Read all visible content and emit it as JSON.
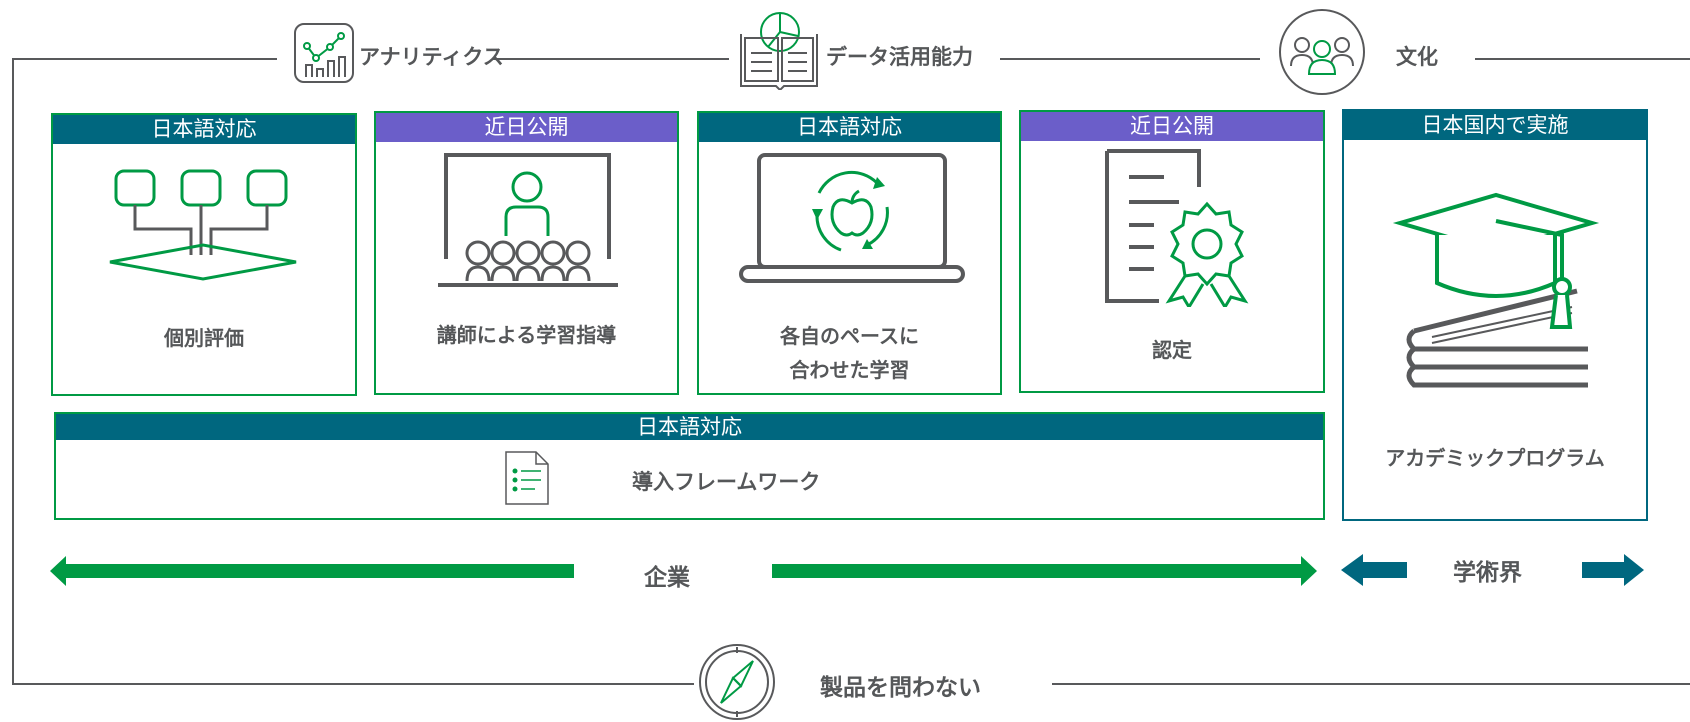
{
  "header": {
    "analytics": "アナリティクス",
    "data_literacy": "データ活用能力",
    "culture": "文化"
  },
  "cards": [
    {
      "badge": "日本語対応",
      "title": [
        "個別評価"
      ]
    },
    {
      "badge": "近日公開",
      "title": [
        "講師による学習指導"
      ]
    },
    {
      "badge": "日本語対応",
      "title": [
        "各自のペースに",
        "合わせた学習"
      ]
    },
    {
      "badge": "近日公開",
      "title": [
        "認定"
      ]
    },
    {
      "badge": "日本国内で実施",
      "title": [
        "アカデミックプログラム"
      ]
    }
  ],
  "framework": {
    "badge": "日本語対応",
    "title": "導入フレームワーク"
  },
  "arrows": {
    "enterprise": "企業",
    "academia": "学術界"
  },
  "footer": {
    "label": "製品を問わない"
  },
  "colors": {
    "green": "#009a44",
    "teal": "#00677f",
    "purple": "#6b5ec9",
    "gray": "#58595b"
  },
  "icons": [
    "analytics-chart-icon",
    "data-book-icon",
    "people-icon",
    "assessment-platform-icon",
    "classroom-icon",
    "laptop-apple-icon",
    "certificate-icon",
    "graduation-cap-books-icon",
    "checklist-doc-icon",
    "compass-icon"
  ]
}
